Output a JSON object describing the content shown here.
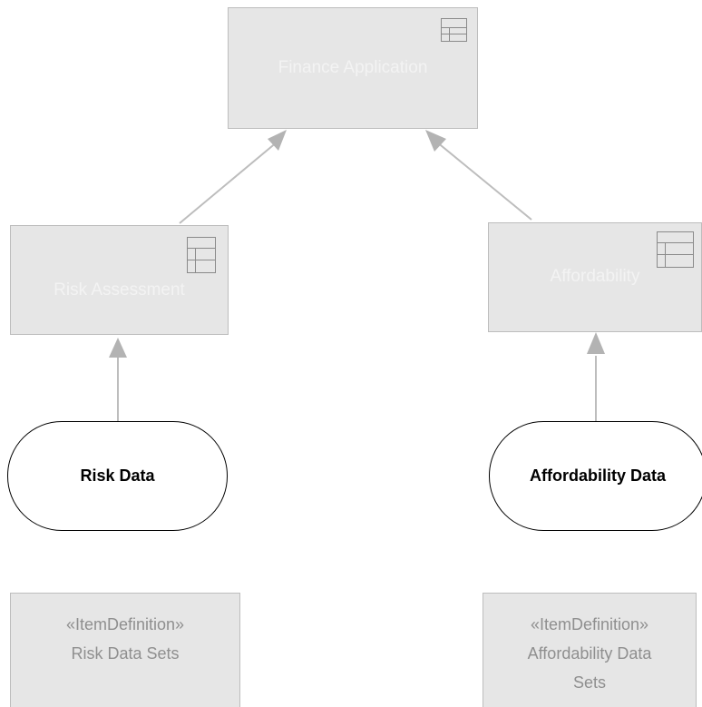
{
  "diagram": {
    "nodes": {
      "finance_application": {
        "label": "Finance Application",
        "icon": "table-icon"
      },
      "risk_assessment": {
        "label": "Risk Assessment",
        "icon": "table-icon"
      },
      "affordability": {
        "label": "Affordability",
        "icon": "table-icon"
      },
      "risk_data": {
        "label": "Risk Data"
      },
      "affordability_data": {
        "label": "Affordability Data"
      },
      "risk_data_sets": {
        "stereotype": "«ItemDefinition»",
        "label": "Risk Data Sets"
      },
      "affordability_data_sets": {
        "stereotype": "«ItemDefinition»",
        "label_line1": "Affordability Data",
        "label_line2": "Sets"
      }
    },
    "edges": [
      {
        "from": "Risk Assessment",
        "to": "Finance Application"
      },
      {
        "from": "Affordability",
        "to": "Finance Application"
      },
      {
        "from": "Risk Data",
        "to": "Risk Assessment"
      },
      {
        "from": "Affordability Data",
        "to": "Affordability"
      }
    ],
    "colors": {
      "element_fill": "#e6e6e6",
      "element_border": "#bdbdbd",
      "connector": "#bdbdbd",
      "arrowhead": "#b3b3b3",
      "input_border": "#000000"
    }
  }
}
